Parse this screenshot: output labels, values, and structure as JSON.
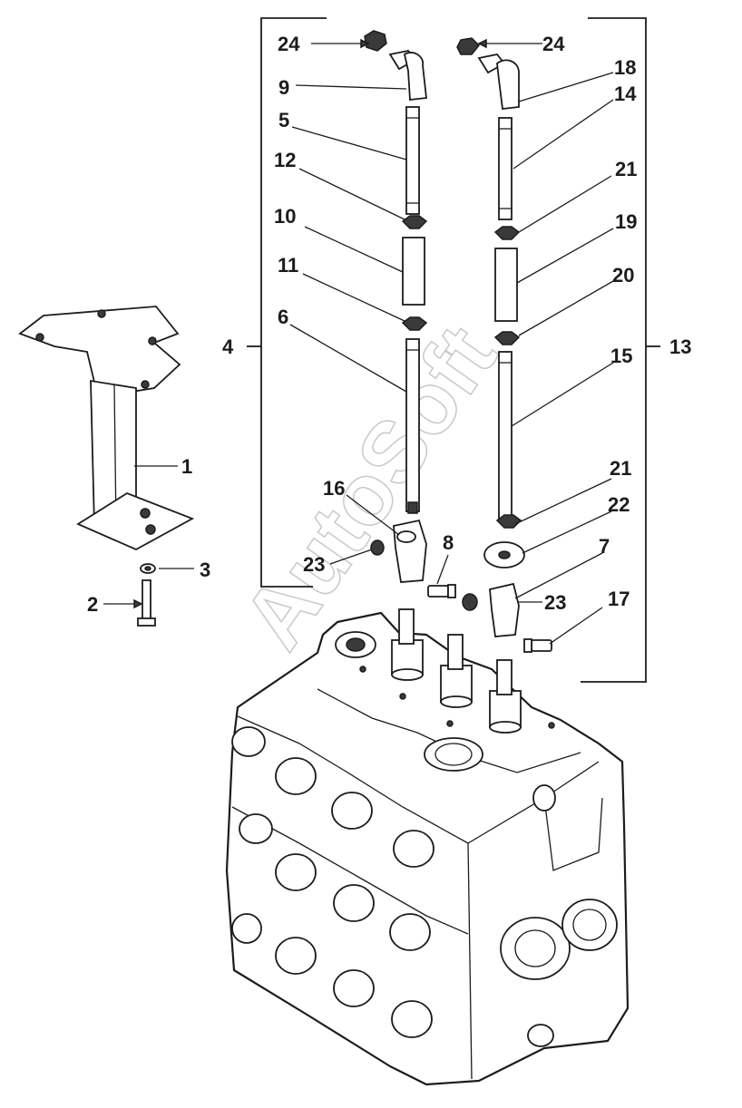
{
  "callouts": {
    "c24_left": "24",
    "c9": "9",
    "c5": "5",
    "c12": "12",
    "c10": "10",
    "c11": "11",
    "c6": "6",
    "c4": "4",
    "c24_right": "24",
    "c18": "18",
    "c14": "14",
    "c21_top": "21",
    "c19": "19",
    "c20": "20",
    "c13": "13",
    "c15": "15",
    "c1": "1",
    "c3": "3",
    "c2": "2",
    "c16": "16",
    "c23_left": "23",
    "c8": "8",
    "c21_bottom": "21",
    "c22": "22",
    "c7": "7",
    "c23_right": "23",
    "c17": "17"
  },
  "watermark": "AutoSoft"
}
